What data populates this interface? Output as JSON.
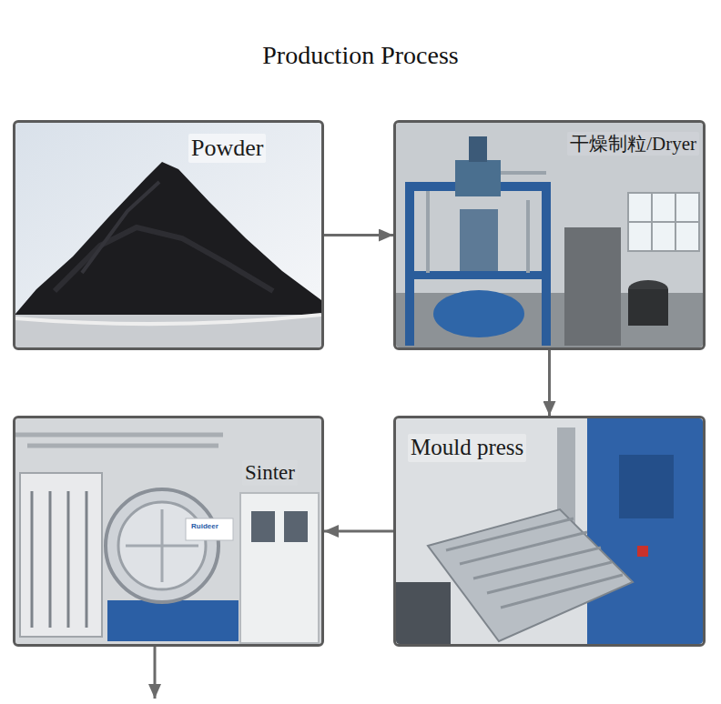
{
  "diagram": {
    "title": "Production Process",
    "nodes": [
      {
        "text": [
          "Powder"
        ]
      },
      {
        "text": [
          "干燥制粒/Dryer"
        ]
      },
      {
        "text": [
          "Mould press"
        ]
      },
      {
        "text": [
          "Sinter"
        ]
      }
    ],
    "edges": [
      {
        "from": 0,
        "to": 1,
        "arrow": "to"
      },
      {
        "from": 1,
        "to": 2,
        "arrow": "to"
      },
      {
        "from": 2,
        "to": 3,
        "arrow": "to"
      }
    ],
    "labels": [
      "Ruideer"
    ]
  }
}
